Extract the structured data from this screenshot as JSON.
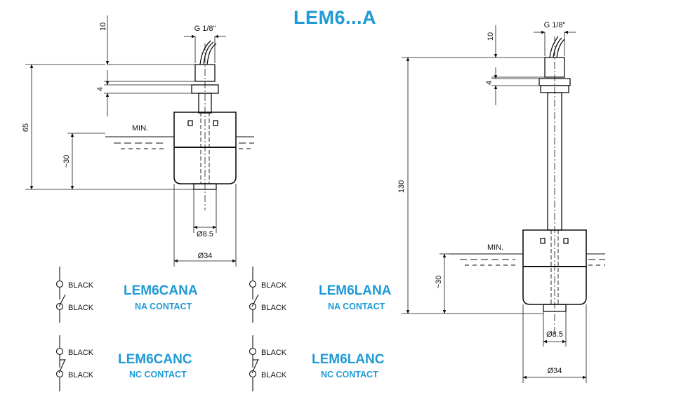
{
  "title": "LEM6...A",
  "left_drawing": {
    "thread": "G 1/8\"",
    "dim_top": "10",
    "dim_nut": "4",
    "dim_length": "65",
    "dim_level": "~30",
    "min_label": "MIN.",
    "dia_small": "Ø8.5",
    "dia_large": "Ø34"
  },
  "right_drawing": {
    "thread": "G 1/8\"",
    "dim_top": "10",
    "dim_nut": "4",
    "dim_length": "130",
    "dim_level": "~30",
    "min_label": "MIN.",
    "dia_small": "Ø8.5",
    "dia_large": "Ø34"
  },
  "contacts": [
    {
      "model": "LEM6CANA",
      "type": "NA CONTACT",
      "wire1": "BLACK",
      "wire2": "BLACK"
    },
    {
      "model": "LEM6LANA",
      "type": "NA CONTACT",
      "wire1": "BLACK",
      "wire2": "BLACK"
    },
    {
      "model": "LEM6CANC",
      "type": "NC CONTACT",
      "wire1": "BLACK",
      "wire2": "BLACK"
    },
    {
      "model": "LEM6LANC",
      "type": "NC CONTACT",
      "wire1": "BLACK",
      "wire2": "BLACK"
    }
  ],
  "colors": {
    "accent": "#1e9ad6",
    "line": "#111111"
  }
}
